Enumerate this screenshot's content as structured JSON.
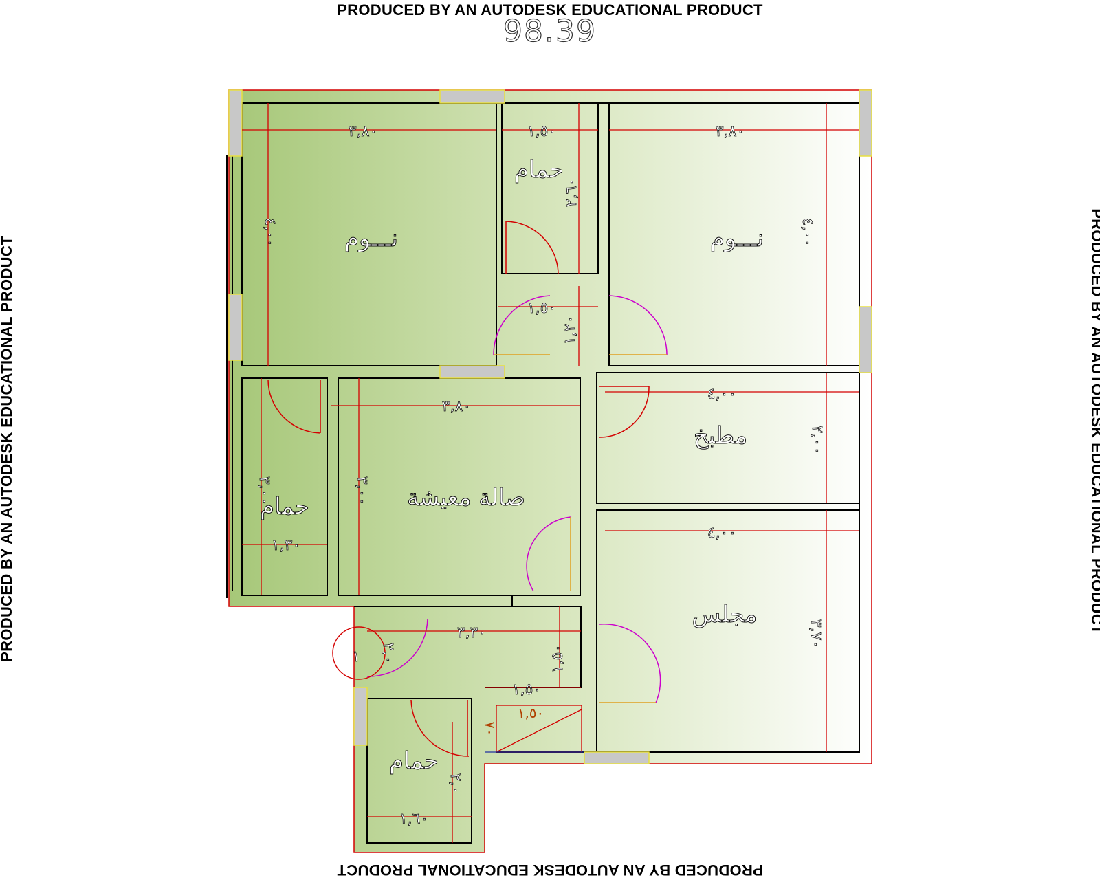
{
  "watermark": {
    "top": "PRODUCED BY AN AUTODESK EDUCATIONAL PRODUCT",
    "bottom": "PRODUCED BY AN AUTODESK EDUCATIONAL PRODUCT",
    "left": "PRODUCED BY AN AUTODESK EDUCATIONAL PRODUCT",
    "right": "PRODUCED BY AN AUTODESK EDUCATIONAL PRODUCT"
  },
  "area_label": "98.39",
  "rooms": {
    "bedroom_left": "نـــوم",
    "bathroom_top": "حمام",
    "bedroom_right": "نـــوم",
    "kitchen": "مطبخ",
    "living": "صالة معيشة",
    "bathroom_left": "حمام",
    "majlis": "مجلس",
    "bathroom_bottom": "حمام"
  },
  "dimensions": {
    "bedroom_left_w": "٣,٨٠",
    "bedroom_left_h": "٤,٠٠",
    "bathroom_top_w": "١,٥٠",
    "bathroom_top_h": "٢,٦٠",
    "bedroom_right_w": "٣,٨٠",
    "bedroom_right_h": "٤,٠٠",
    "corridor_w": "١,٥٠",
    "corridor_h": "١,٢٠",
    "living_w": "٣,٨٠",
    "living_h": "٣,٠٠",
    "bathroom_left_h": "٣,٠٠",
    "bathroom_left_w": "١,٣٠",
    "kitchen_w": "٤,٠٠",
    "kitchen_h": "٢,٠٠",
    "majlis_w": "٤,٠٠",
    "majlis_h": "٣,٧٠",
    "entry_w": "٣,٣٠",
    "entry_h": "١,٥٠",
    "circle_label": "١",
    "circle_dim": "٢,٠",
    "stair_w": "١,٥٠",
    "stair_w2": "١,٥٠",
    "stair_h": "٧٠",
    "bathroom_bottom_w": "١,٦٠",
    "bathroom_bottom_h": "٢,٠"
  },
  "colors": {
    "fill_dark": "#a6c778",
    "fill_mid": "#d6e5bb",
    "fill_light": "#ffffff",
    "wall": "#000000",
    "dim_line": "#d40000",
    "door_arc": "#cc00cc",
    "window": "#c8c8c8"
  }
}
